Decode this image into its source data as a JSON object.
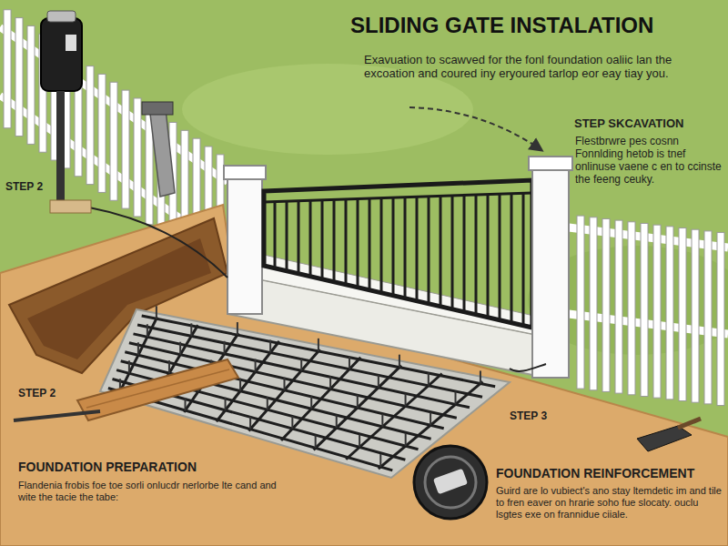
{
  "diagram": {
    "title": "SLIDING GATE INSTALATION",
    "labels": [
      "Exavuation to scawved for the fonl foundation oaliic lan the excoation and coured iny eryoured tarlop eor eay tiay you.",
      "STEP SKCAVATION",
      "Flestbrwre pes cosnn Fonnlding hetob is tnef onlinuse vaene c en to ccinste the feeng ceuky.",
      "STEP 2",
      "STEP 2",
      "FOUNDATION PREPARATION",
      "Flandenia frobis foe toe sorli onlucdr nerlorbe lte cand and wite the tacie the tabe:",
      "STEP 3",
      "FOUNDATION REINFORCEMENT",
      "Guird are lo vubiect's ano stay ltemdetic im and tile to fren eaver on hrarie soho fue slocaty. ouclu lsgtes exe on frannidue ciiale."
    ]
  }
}
